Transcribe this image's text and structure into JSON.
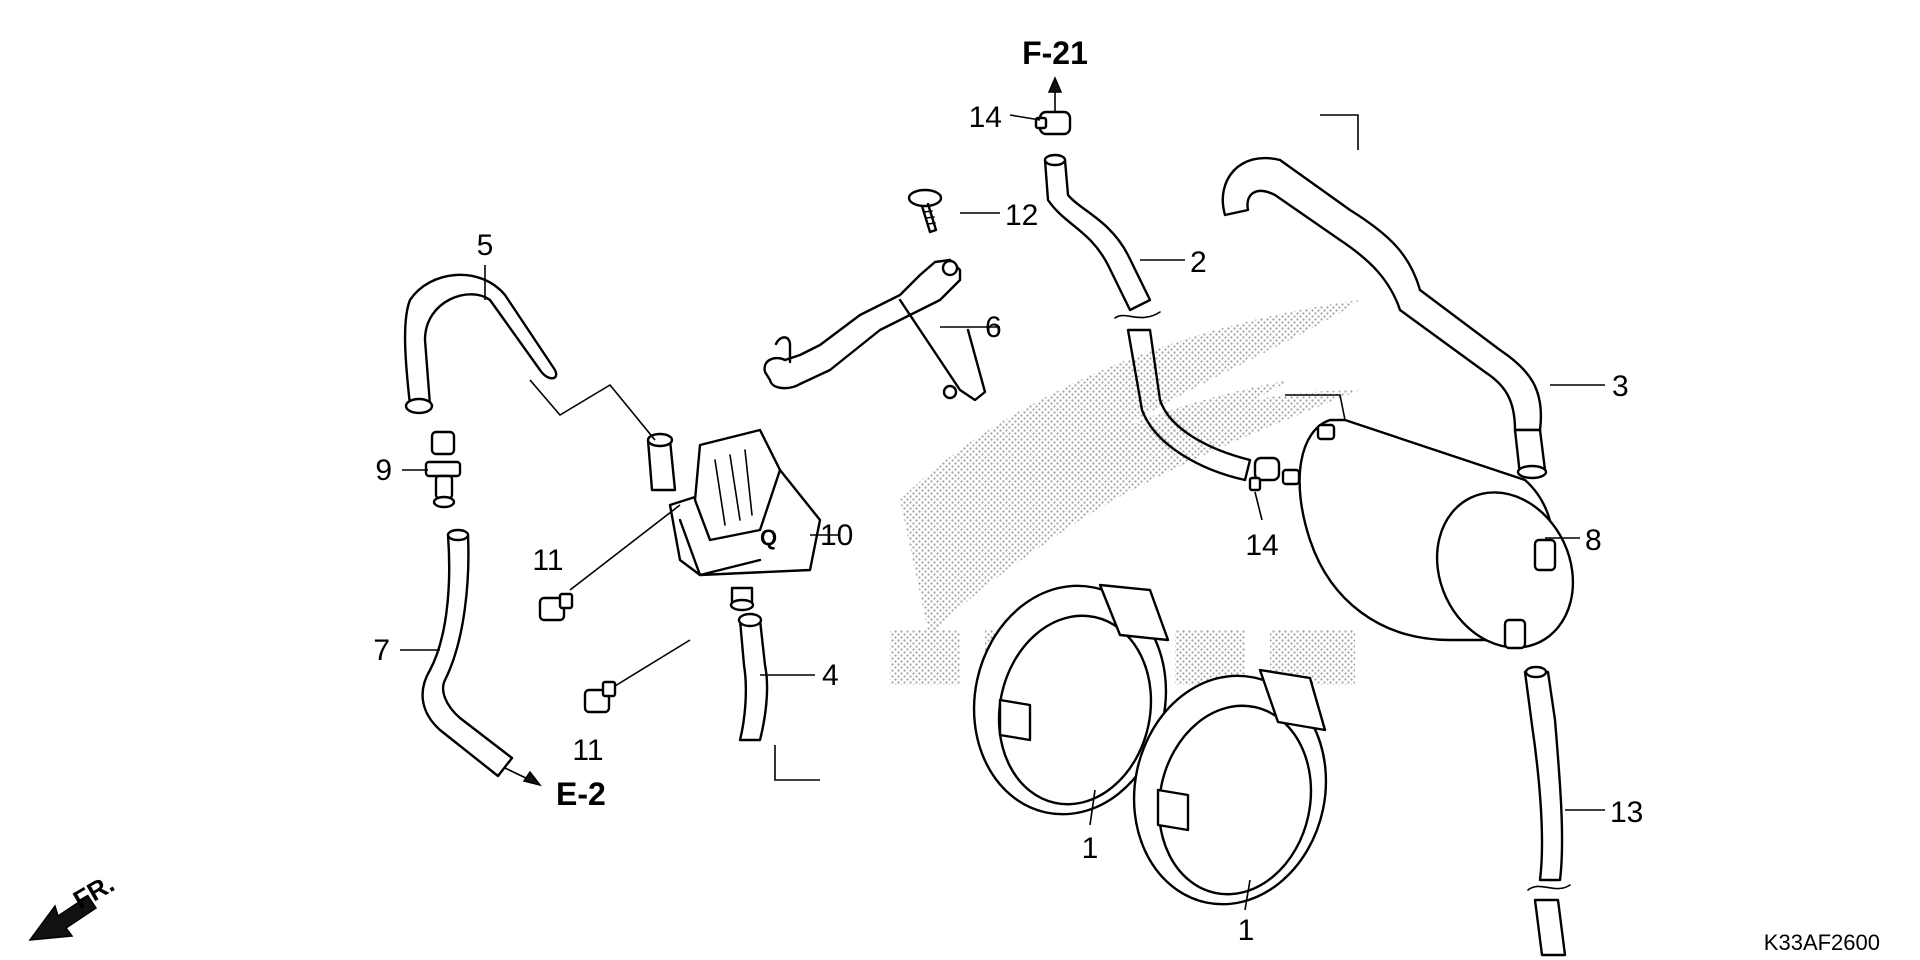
{
  "callouts": {
    "c1a": "1",
    "c1b": "1",
    "c2": "2",
    "c3": "3",
    "c4": "4",
    "c5": "5",
    "c6": "6",
    "c7": "7",
    "c8": "8",
    "c9": "9",
    "c10": "10",
    "c11a": "11",
    "c11b": "11",
    "c12": "12",
    "c13": "13",
    "c14a": "14",
    "c14b": "14"
  },
  "refs": {
    "top": "F-21",
    "left": "E-2",
    "front": "FR."
  },
  "diagram_code": "K33AF2600"
}
